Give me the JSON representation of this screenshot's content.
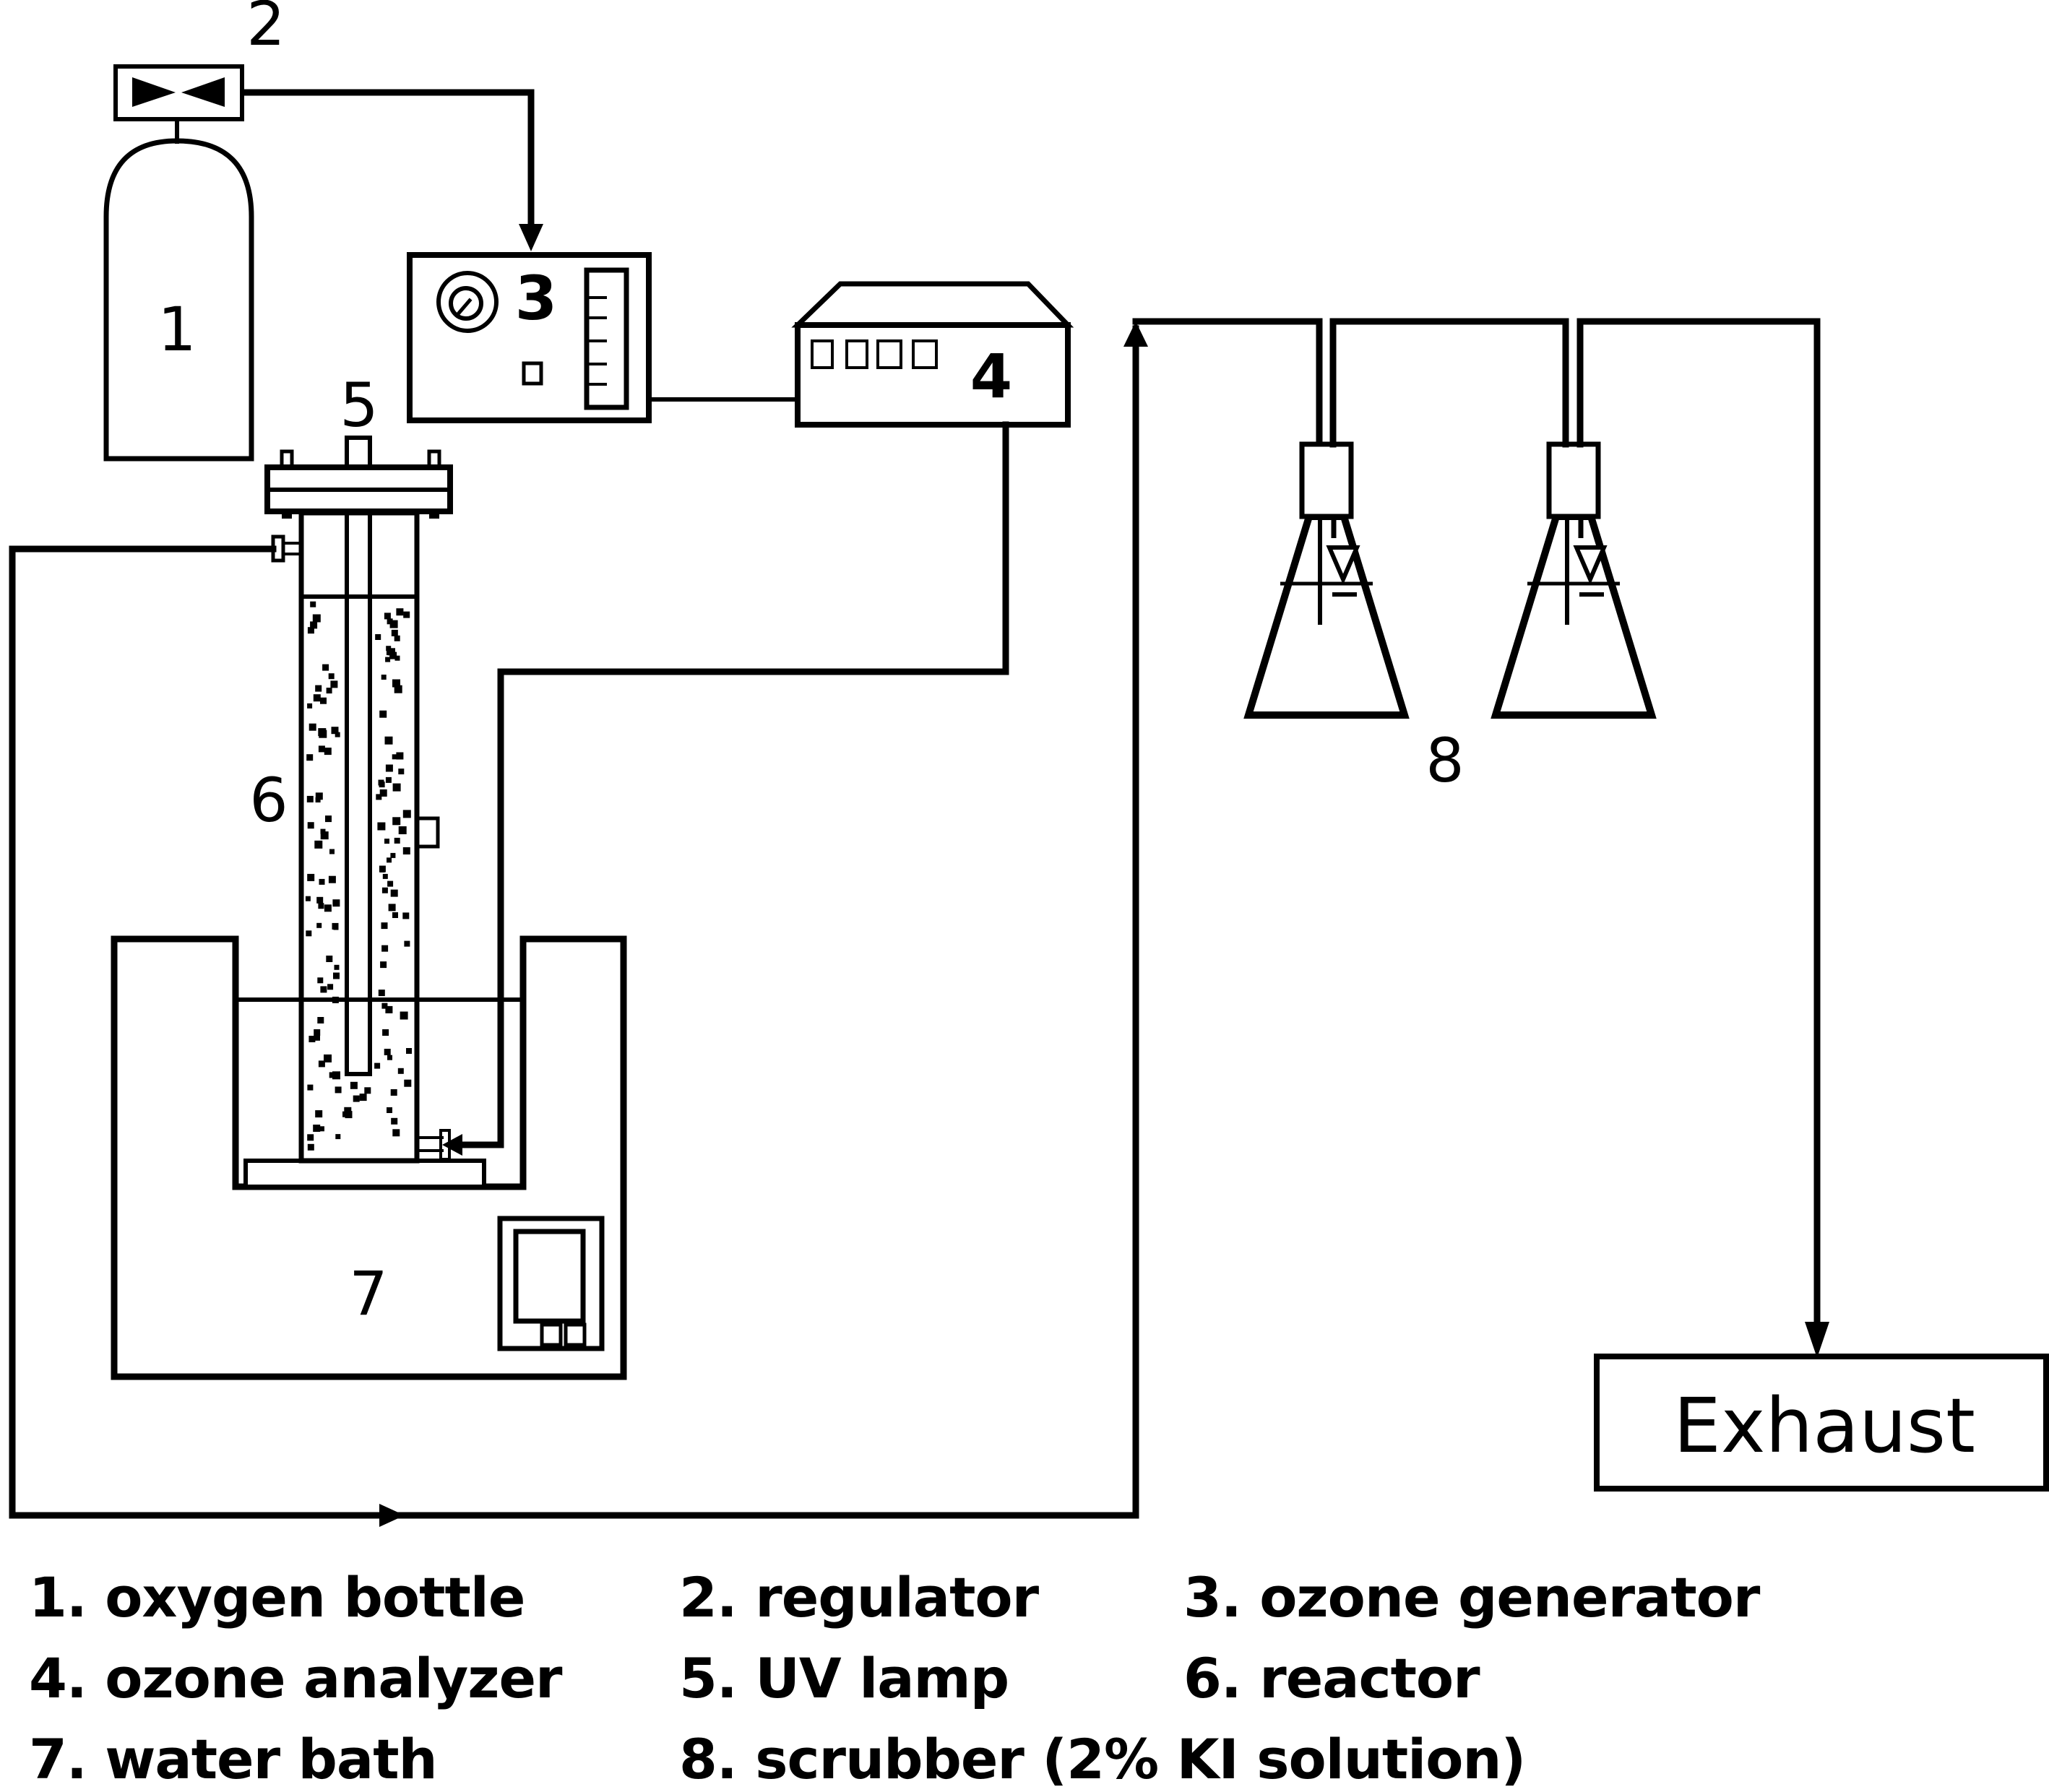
{
  "figure": {
    "type": "experimental apparatus schematic",
    "components": [
      {
        "id": "1",
        "label_number": "1",
        "name": "oxygen bottle",
        "icon": "gas-cylinder-icon"
      },
      {
        "id": "2",
        "label_number": "2",
        "name": "regulator",
        "icon": "valve-icon"
      },
      {
        "id": "3",
        "label_number": "3",
        "name": "ozone generator",
        "icon": "generator-panel-icon"
      },
      {
        "id": "4",
        "label_number": "4",
        "name": "ozone analyzer",
        "icon": "analyzer-icon"
      },
      {
        "id": "5",
        "label_number": "5",
        "name": "UV lamp",
        "icon": "lamp-tube-icon"
      },
      {
        "id": "6",
        "label_number": "6",
        "name": "reactor",
        "icon": "packed-column-icon"
      },
      {
        "id": "7",
        "label_number": "7",
        "name": "water bath",
        "icon": "water-bath-icon"
      },
      {
        "id": "8",
        "label_number": "8",
        "name": "scrubber (2% KI solution)",
        "icon": "erlenmeyer-flask-icon"
      }
    ],
    "exhaust_label": "Exhaust",
    "flow": [
      "oxygen bottle -> regulator",
      "regulator -> ozone generator",
      "ozone generator -> ozone analyzer",
      "ozone analyzer -> reactor bottom inlet",
      "reactor top outlet -> scrubber 1",
      "scrubber 1 -> scrubber 2",
      "scrubber 2 -> exhaust"
    ]
  },
  "legend": {
    "items": [
      "1. oxygen bottle",
      "2. regulator",
      "3. ozone generator",
      "4. ozone analyzer",
      "5. UV lamp",
      "6. reactor",
      "7. water bath",
      "8. scrubber (2% KI solution)"
    ]
  },
  "colors": {
    "line": "#000000",
    "background": "#ffffff"
  }
}
